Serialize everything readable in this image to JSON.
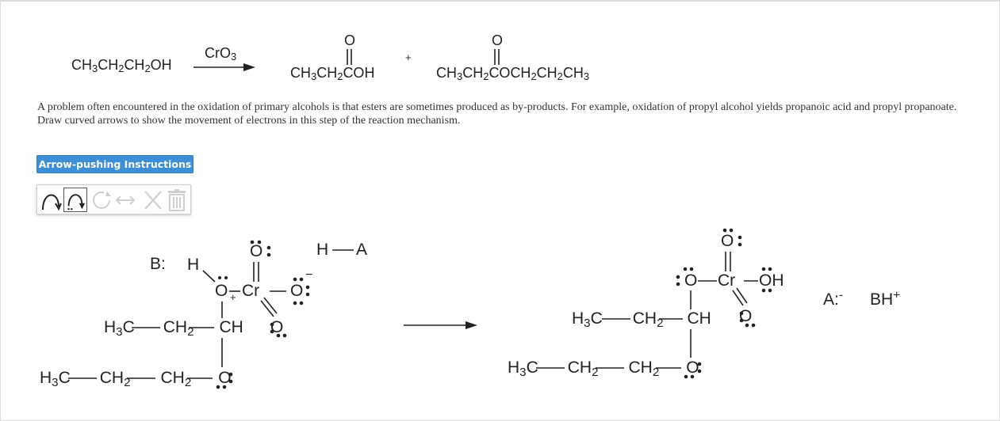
{
  "equation": {
    "reactant_parts": [
      "CH",
      "3",
      "CH",
      "2",
      "CH",
      "2",
      "OH"
    ],
    "reagent_parts": [
      "CrO",
      "3"
    ],
    "product1_O": "O",
    "product1_parts": [
      "CH",
      "3",
      "CH",
      "2",
      "COH"
    ],
    "plus": "+",
    "product2_O": "O",
    "product2_parts": [
      "CH",
      "3",
      "CH",
      "2",
      "COCH",
      "2",
      "CH",
      "2",
      "CH",
      "3"
    ]
  },
  "problem": {
    "paragraph": "A problem often encountered in the oxidation of primary alcohols is that esters are sometimes produced as by-products. For example, oxidation of propyl alcohol yields propanoic acid and propyl propanoate.",
    "instruction": "Draw curved arrows to show the movement of electrons in this step of the reaction mechanism."
  },
  "arrow_button": {
    "label": "Arrow-pushing Instructions"
  },
  "toolbar": {
    "tools": [
      "curved-arrow-pair-icon",
      "curved-arrow-single-icon",
      "cycle-icon",
      "resonance-arrow-icon",
      "delete-x-icon",
      "trash-icon"
    ]
  },
  "mechanism": {
    "left": {
      "base": "B:",
      "h": "H",
      "o_center": "O",
      "plus": "+",
      "cr": "Cr",
      "o_top": "O",
      "o_right": "O",
      "minus": "−",
      "o_bottom": "O",
      "ha_h": "H",
      "ha_a": "A",
      "row1_parts": [
        "H",
        "3",
        "C",
        "CH",
        "2",
        "CH"
      ],
      "row2_parts": [
        "H",
        "3",
        "C",
        "CH",
        "2",
        "CH",
        "2",
        "O"
      ]
    },
    "right": {
      "o_left": "O",
      "cr": "Cr",
      "o_top": "O",
      "oh": "OH",
      "o_bottom": "O",
      "row1_parts": [
        "H",
        "3",
        "C",
        "CH",
        "2",
        "CH"
      ],
      "row2_parts": [
        "H",
        "3",
        "C",
        "CH",
        "2",
        "CH",
        "2",
        "O"
      ],
      "a_minus": "A:",
      "a_minus_sup": "-",
      "bh_plus": "BH",
      "bh_plus_sup": "+"
    }
  }
}
